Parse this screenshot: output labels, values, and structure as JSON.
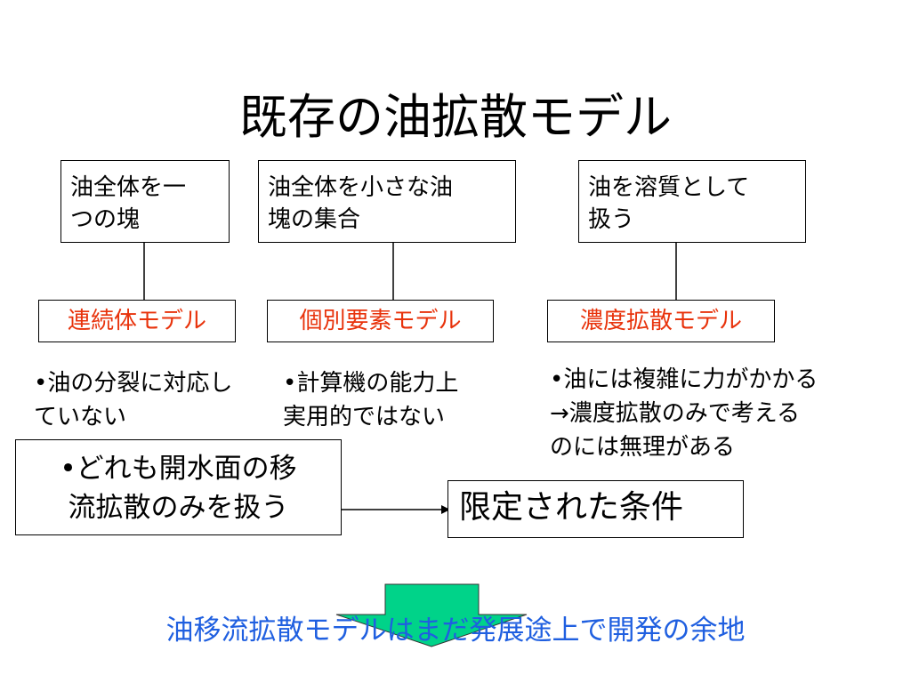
{
  "title": "既存の油拡散モデル",
  "columns": [
    {
      "top_lines": [
        "油全体を一",
        "つの塊"
      ],
      "model": "連続体モデル",
      "note_lines": [
        "•油の分裂に対応し",
        "ていない"
      ]
    },
    {
      "top_lines": [
        "油全体を小さな油",
        "塊の集合"
      ],
      "model": "個別要素モデル",
      "note_lines": [
        "•計算機の能力上",
        "実用的ではない"
      ]
    },
    {
      "top_lines": [
        "油を溶質として",
        "扱う"
      ],
      "model": "濃度拡散モデル",
      "note_lines": [
        "•油には複雑に力がかかる",
        "→濃度拡散のみで考える",
        "のには無理がある"
      ]
    }
  ],
  "summary_lines": [
    "•どれも開水面の移",
    "流拡散のみを扱う"
  ],
  "result": "限定された条件",
  "conclusion": "油移流拡散モデルはまだ発展途上で開発の余地",
  "colors": {
    "model_text": "#e8330c",
    "conclusion_text": "#1f5fe0",
    "arrow_fill": "#00d389"
  }
}
